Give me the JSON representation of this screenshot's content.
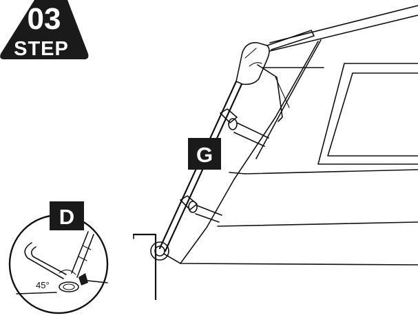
{
  "step_badge": {
    "number": "03",
    "word": "STEP",
    "color": "#1a1a1a"
  },
  "labels": {
    "part_g": "G",
    "detail_d": "D"
  },
  "detail": {
    "angle": "45°"
  },
  "colors": {
    "line": "#111111",
    "badge_fill": "#1a1a1a",
    "text_on_badge": "#ffffff",
    "background": "#ffffff"
  }
}
